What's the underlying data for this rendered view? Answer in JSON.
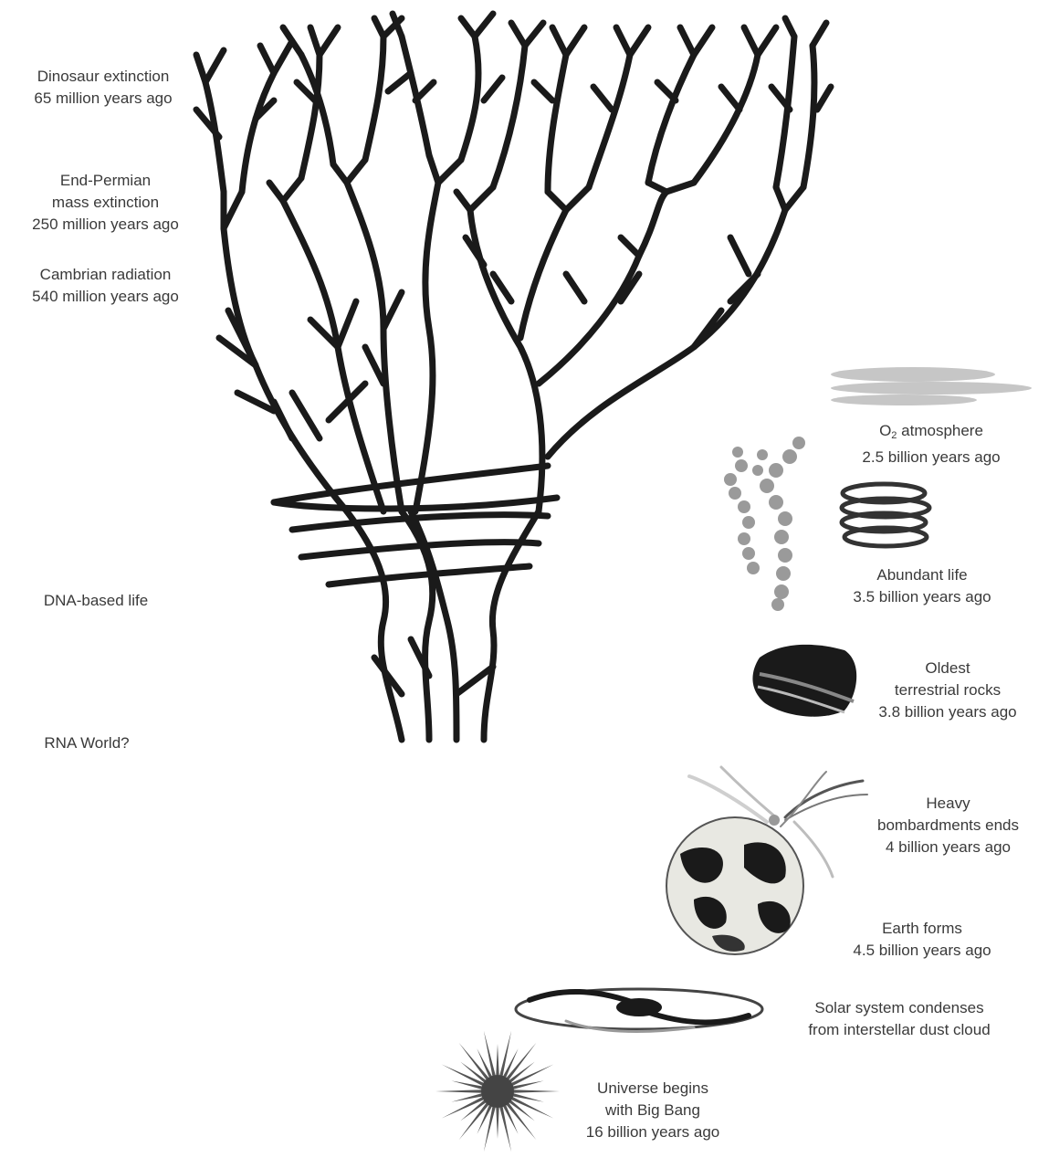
{
  "left_labels": {
    "dinosaur": {
      "line1": "Dinosaur extinction",
      "line2": "65 million years ago"
    },
    "permian": {
      "line1": "End-Permian",
      "line2": "mass extinction",
      "line3": "250 million years ago"
    },
    "cambrian": {
      "line1": "Cambrian radiation",
      "line2": "540 million years ago"
    },
    "dna": {
      "line1": "DNA-based life"
    },
    "rna": {
      "line1": "RNA World?"
    }
  },
  "right_labels": {
    "oxygen": {
      "prefix": "O",
      "sub": "2",
      "suffix": " atmosphere",
      "line2": "2.5 billion years ago"
    },
    "abundant": {
      "line1": "Abundant life",
      "line2": "3.5 billion years ago"
    },
    "rocks": {
      "line1": "Oldest",
      "line2": "terrestrial rocks",
      "line3": "3.8 billion years ago"
    },
    "bombardment": {
      "line1": "Heavy",
      "line2": "bombardments ends",
      "line3": "4 billion years ago"
    },
    "earth": {
      "line1": "Earth forms",
      "line2": "4.5 billion years ago"
    },
    "solar": {
      "line1": "Solar system condenses",
      "line2": "from interstellar dust cloud"
    },
    "universe": {
      "line1": "Universe begins",
      "line2": "with Big Bang",
      "line3": "16 billion years ago"
    }
  },
  "colors": {
    "ink": "#1a1a1a",
    "grey": "#9a9a9a",
    "text": "#3a3a3a"
  },
  "icons": [
    "tree-of-life",
    "oxygen-cloud-icon",
    "stromatolite-chains-icon",
    "coil-icon",
    "rock-icon",
    "earth-icon",
    "meteor-streaks-icon",
    "spiral-galaxy-icon",
    "starburst-icon"
  ]
}
